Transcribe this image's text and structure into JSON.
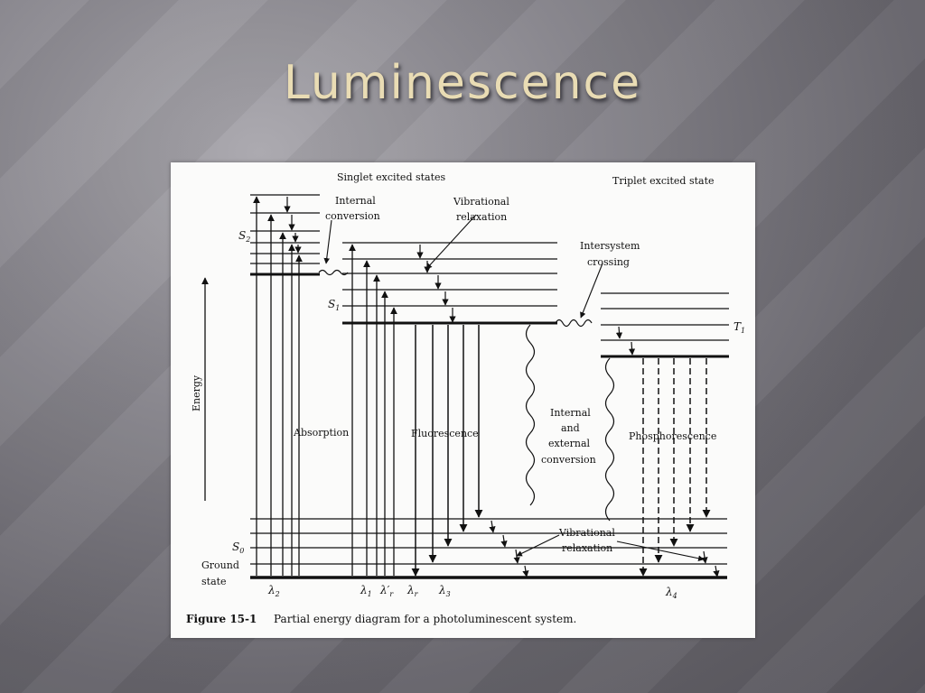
{
  "slide": {
    "title": "Luminescence"
  },
  "diagram": {
    "labels": {
      "singlet_states": "Singlet excited states",
      "triplet_state": "Triplet excited state",
      "internal_conversion_1": "Internal",
      "internal_conversion_2": "conversion",
      "vib_relax_top_1": "Vibrational",
      "vib_relax_top_2": "relaxation",
      "intersystem_1": "Intersystem",
      "intersystem_2": "crossing",
      "energy": "Energy",
      "absorption": "Absorption",
      "fluorescence": "Fluorescence",
      "int_ext_1": "Internal",
      "int_ext_2": "and",
      "int_ext_3": "external",
      "int_ext_4": "conversion",
      "phosphorescence": "Phosphorescence",
      "vib_relax_bot_1": "Vibrational",
      "vib_relax_bot_2": "relaxation",
      "ground_1": "Ground",
      "ground_2": "state"
    },
    "symbols": {
      "s2": "S",
      "s2_sub": "2",
      "s1": "S",
      "s1_sub": "1",
      "s0": "S",
      "s0_sub": "0",
      "t1": "T",
      "t1_sub": "1",
      "lambda2": "λ",
      "lambda2_sub": "2",
      "lambda1": "λ",
      "lambda1_sub": "1",
      "lambda1p": "λ′",
      "lambda1p_sub": "r",
      "lambdar": "λ",
      "lambdar_sub": "r",
      "lambda3": "λ",
      "lambda3_sub": "3",
      "lambda4": "λ",
      "lambda4_sub": "4"
    },
    "caption": {
      "number": "Figure 15-1",
      "text": "Partial energy diagram for a photoluminescent system."
    }
  }
}
